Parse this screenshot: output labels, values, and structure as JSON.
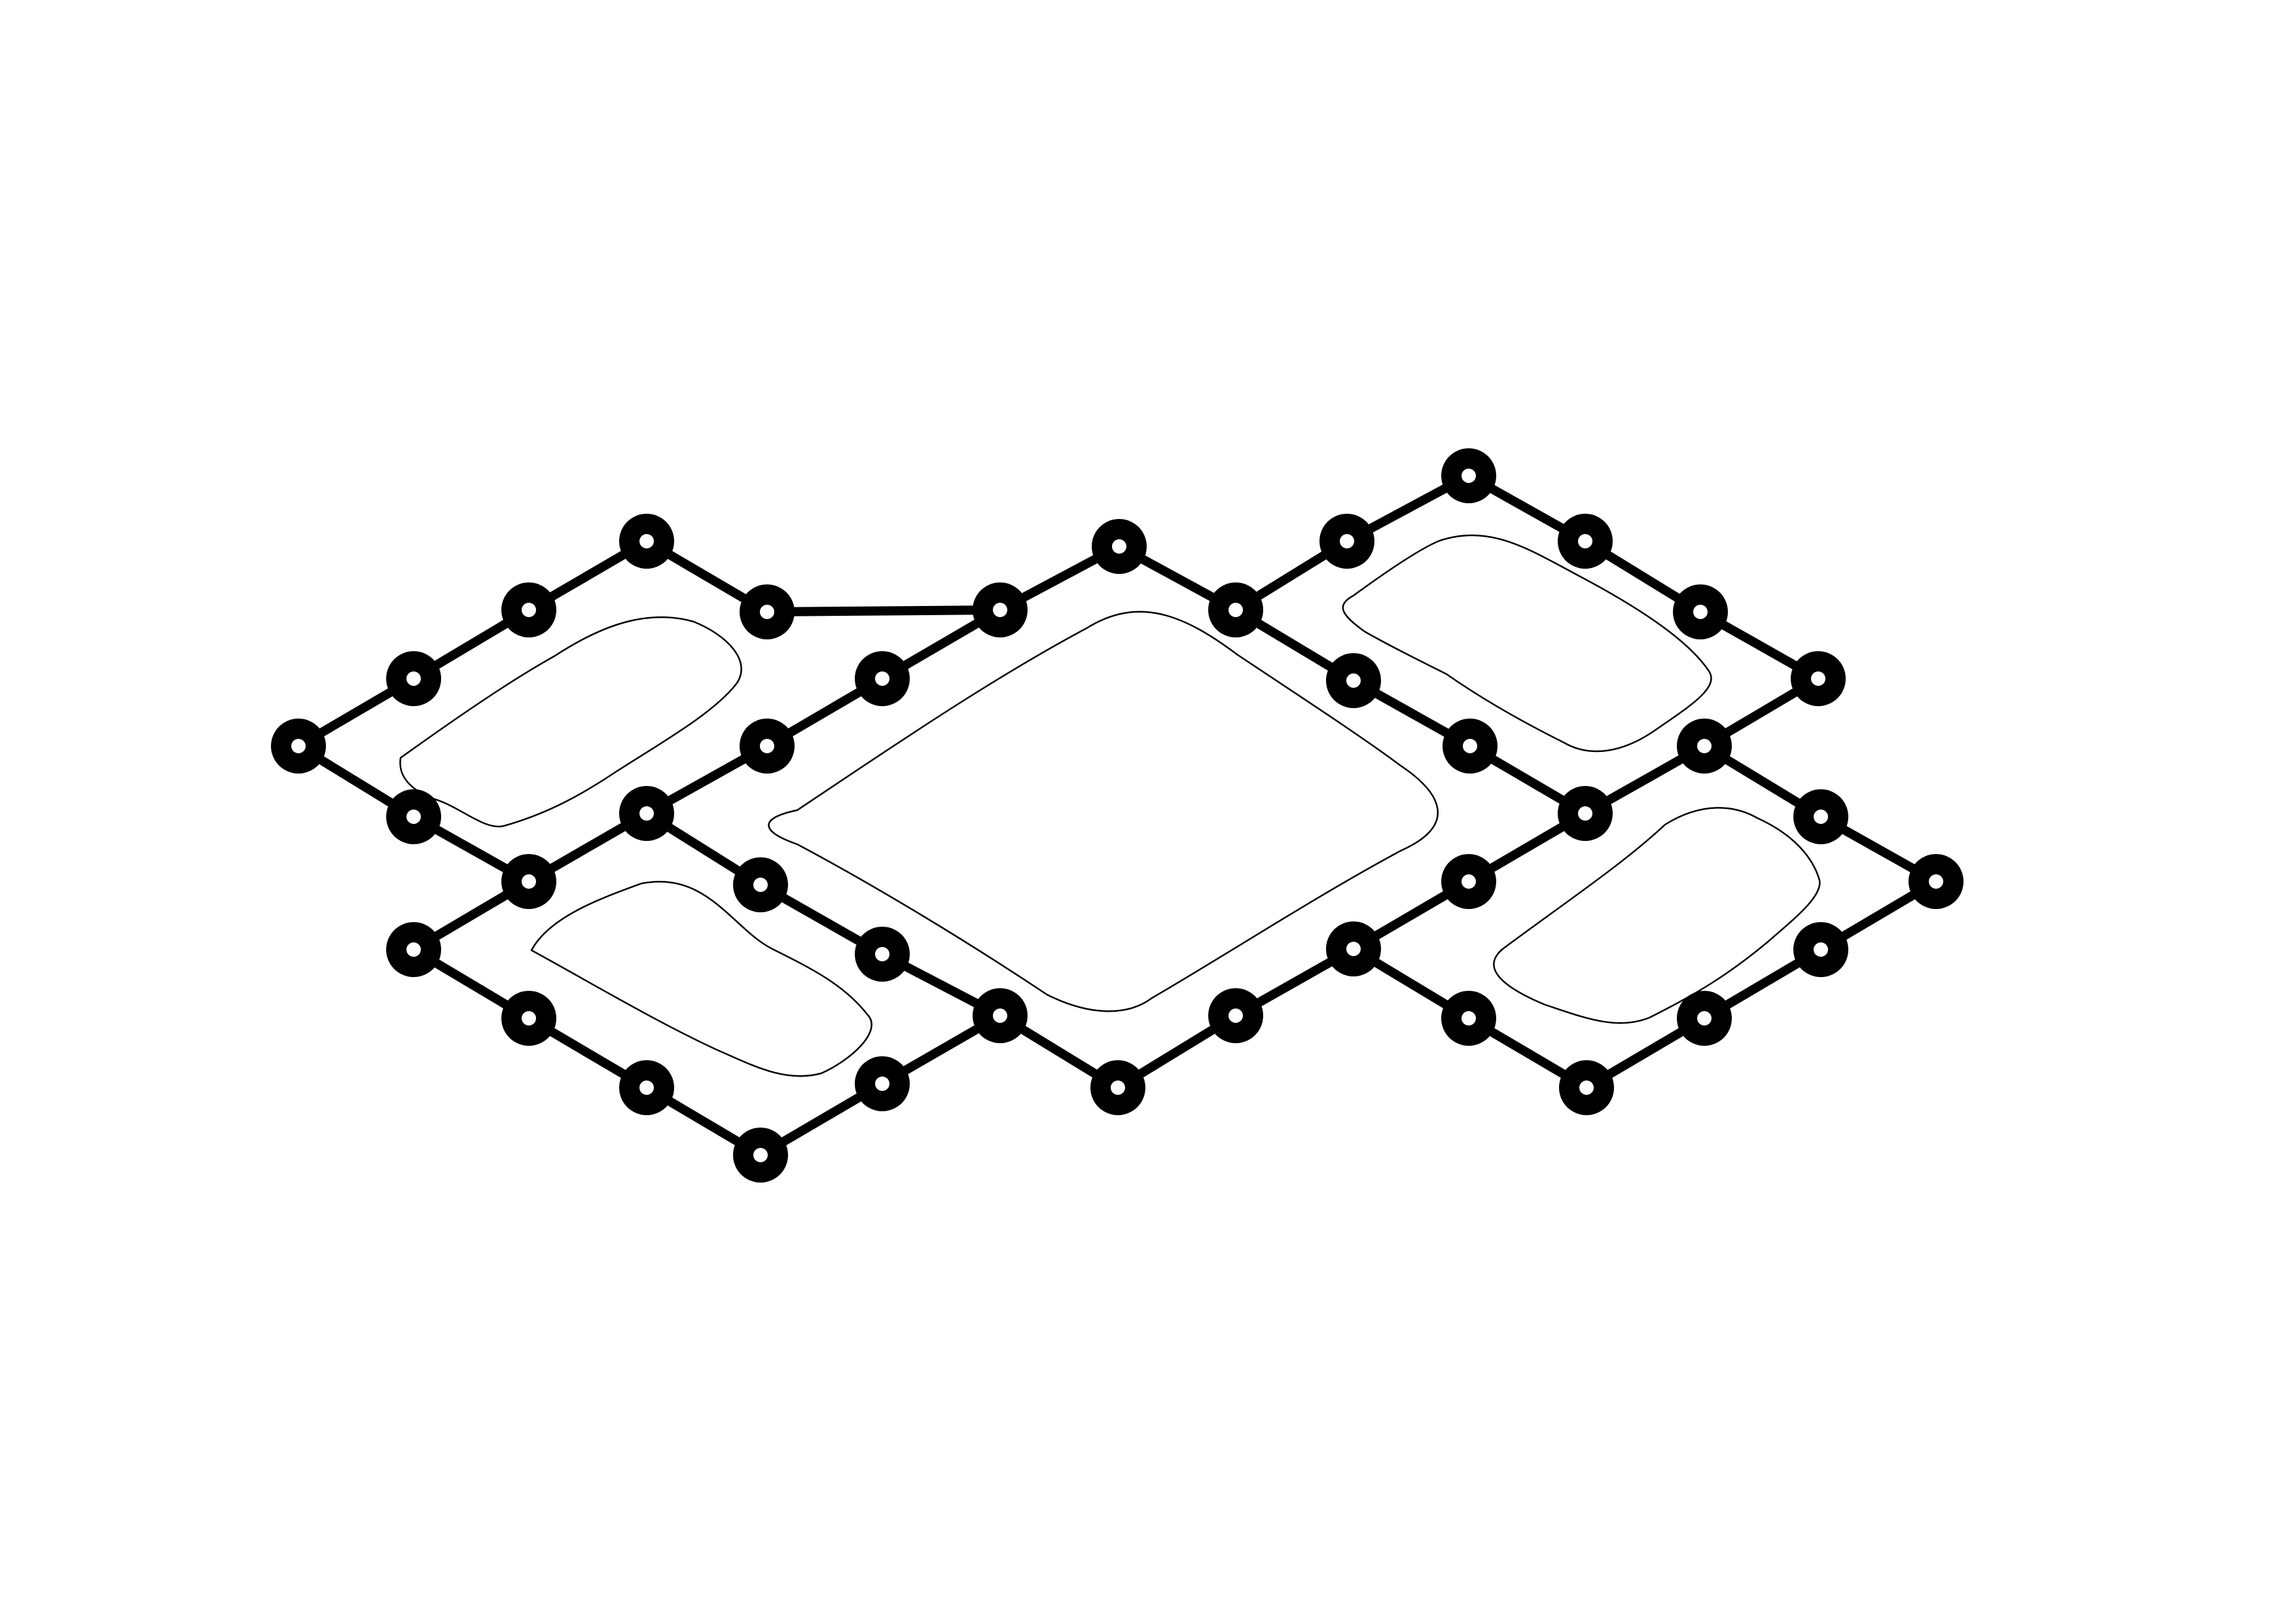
{
  "diagram": {
    "kind": "node-link lattice (bead network) with inner loops",
    "colors": {
      "background": "#ffffff",
      "stroke": "#000000",
      "node_hole": "#ffffff"
    },
    "node_count": 41,
    "edge_count": 50,
    "region_count": 6
  }
}
